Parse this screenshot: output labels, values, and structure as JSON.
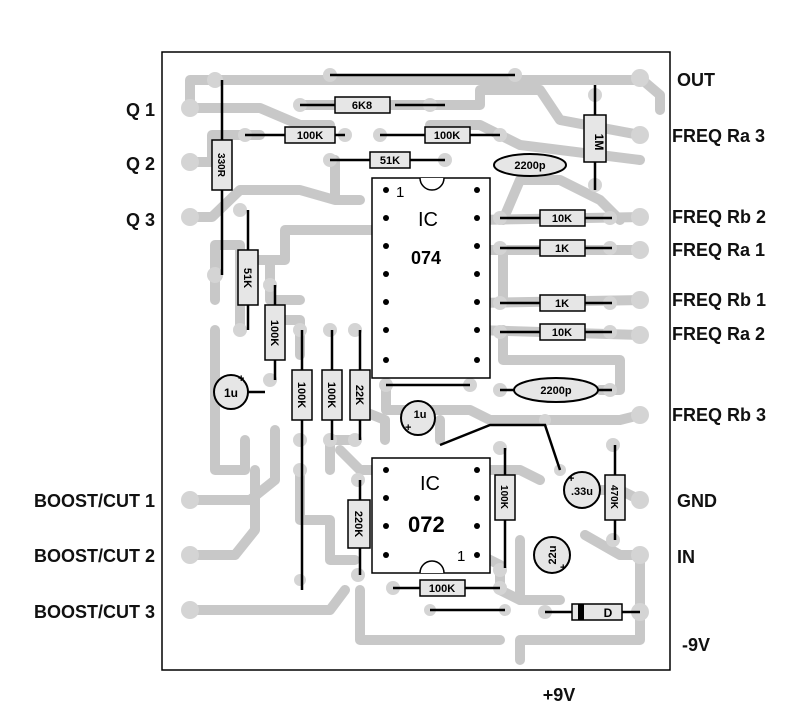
{
  "labels": {
    "left": {
      "q1": "Q 1",
      "q2": "Q 2",
      "q3": "Q 3",
      "boost_cut_1": "BOOST/CUT 1",
      "boost_cut_2": "BOOST/CUT 2",
      "boost_cut_3": "BOOST/CUT 3"
    },
    "right": {
      "out": "OUT",
      "freq_ra3": "FREQ Ra 3",
      "freq_rb2": "FREQ Rb 2",
      "freq_ra1": "FREQ Ra 1",
      "freq_rb1": "FREQ Rb 1",
      "freq_ra2": "FREQ Ra 2",
      "freq_rb3": "FREQ Rb 3",
      "gnd": "GND",
      "in": "IN",
      "neg9v": "-9V"
    },
    "bottom": {
      "pos9v": "+9V"
    }
  },
  "components": {
    "r_6k8": "6K8",
    "r_100k_a": "100K",
    "r_100k_b": "100K",
    "r_51k_h": "51K",
    "r_1m": "1M",
    "r_330r": "330R",
    "r_51k_v": "51K",
    "r_100k_v1": "100K",
    "r_100k_v2": "100K",
    "r_100k_v3": "100K",
    "r_22k": "22K",
    "r_10k_a": "10K",
    "r_1k_a": "1K",
    "r_1k_b": "1K",
    "r_10k_b": "10K",
    "r_220k": "220K",
    "r_100k_bottom": "100K",
    "r_100k_right": "100K",
    "r_470k": "470K",
    "c_2200p_top": "2200p",
    "c_2200p_mid": "2200p",
    "c_1u_left": "1u",
    "c_1u_mid": "1u",
    "c_33u": ".33u",
    "c_22u": "22u",
    "diode": "D"
  },
  "ic_074": {
    "prefix": "IC",
    "part": "074",
    "pin1": "1"
  },
  "ic_072": {
    "prefix": "IC",
    "part": "072",
    "pin1": "1"
  },
  "colors": {
    "trace": "#c8c8c8",
    "pad": "#d4d4d4",
    "component": "#000000",
    "resistor_fill": "#e6e6e6",
    "board_border": "#000000"
  }
}
